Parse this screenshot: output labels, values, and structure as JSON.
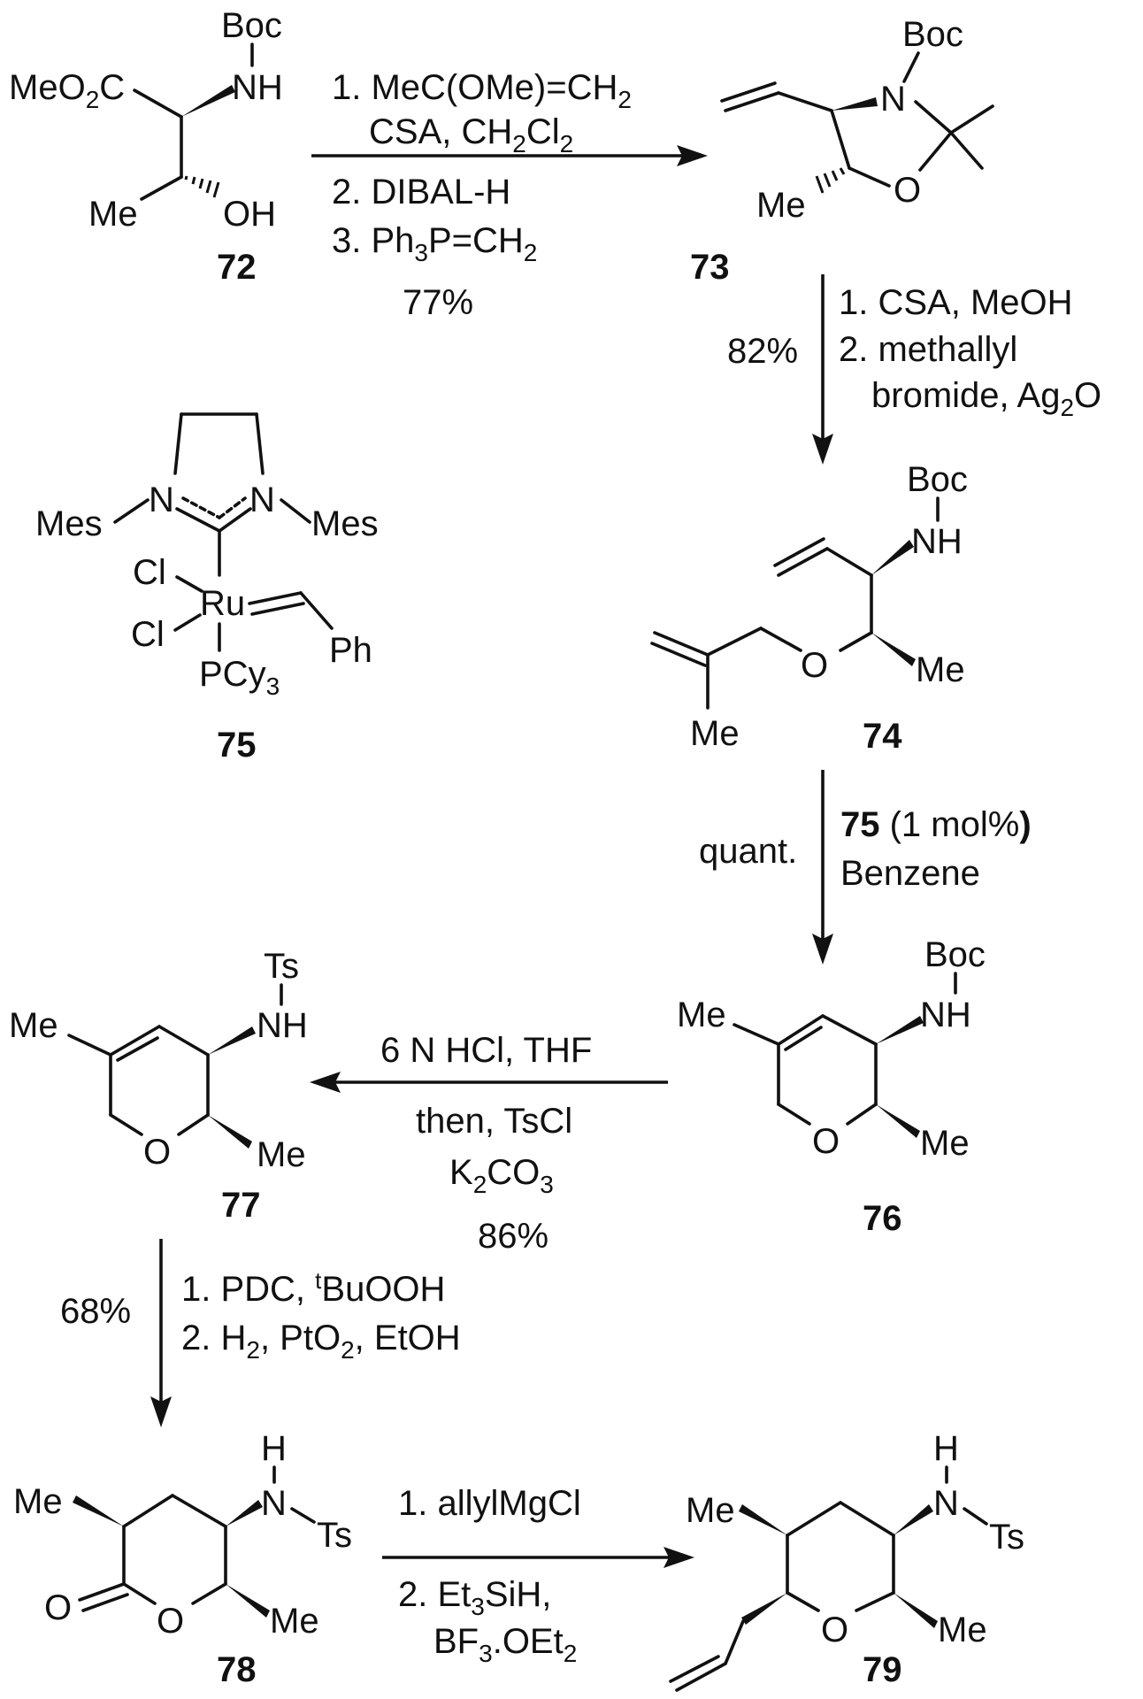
{
  "compounds": {
    "c72": {
      "label": "72",
      "boc": "Boc",
      "nh": "NH",
      "ester": "MeO",
      "ester_sub": "2",
      "ester_c": "C",
      "me": "Me",
      "oh": "OH"
    },
    "c73": {
      "label": "73",
      "boc": "Boc",
      "n": "N",
      "o": "O",
      "me": "Me"
    },
    "c74": {
      "label": "74",
      "boc": "Boc",
      "nh": "NH",
      "o": "O",
      "me": "Me",
      "me2": "Me"
    },
    "c75": {
      "label": "75",
      "mes_left": "Mes",
      "mes_right": "Mes",
      "n1": "N",
      "n2": "N",
      "cl1": "Cl",
      "cl2": "Cl",
      "ru": "Ru",
      "pcy": "PCy",
      "pcy_sub": "3",
      "ph": "Ph"
    },
    "c76": {
      "label": "76",
      "boc": "Boc",
      "nh": "NH",
      "me": "Me",
      "o": "O",
      "me2": "Me"
    },
    "c77": {
      "label": "77",
      "ts": "Ts",
      "nh": "NH",
      "me": "Me",
      "o": "O",
      "me2": "Me"
    },
    "c78": {
      "label": "78",
      "h": "H",
      "n": "N",
      "ts": "Ts",
      "me": "Me",
      "o_ring": "O",
      "o_carbonyl": "O",
      "me2": "Me"
    },
    "c79": {
      "label": "79",
      "h": "H",
      "n": "N",
      "ts": "Ts",
      "me": "Me",
      "o": "O",
      "me2": "Me"
    }
  },
  "steps": {
    "s1": {
      "line1": "1. MeC(OMe)=CH",
      "line1_sub": "2",
      "line2": "CSA, CH",
      "line2_sub1": "2",
      "line2_mid": "Cl",
      "line2_sub2": "2",
      "line3": "2. DIBAL-H",
      "line4": "3. Ph",
      "line4_sub": "3",
      "line4_rest": "P=CH",
      "line4_sub2": "2",
      "yield": "77%"
    },
    "s2": {
      "line1": "1. CSA, MeOH",
      "line2": "2. methallyl",
      "line3": "bromide, Ag",
      "line3_sub": "2",
      "line3_rest": "O",
      "yield": "82%"
    },
    "s3": {
      "catalyst": "75",
      "loading": " (1 mol%",
      "paren_close": ")",
      "solvent": "Benzene",
      "yield": "quant."
    },
    "s4": {
      "line1": "6 N HCl, THF",
      "line2": "then, TsCl",
      "line3": "K",
      "line3_sub": "2",
      "line3_rest": "CO",
      "line3_sub2": "3",
      "yield": "86%"
    },
    "s5": {
      "line1": "1. PDC, ",
      "line1_sup": "t",
      "line1_rest": "BuOOH",
      "line2": "2. H",
      "line2_sub": "2",
      "line2_rest": ", PtO",
      "line2_sub2": "2",
      "line2_end": ", EtOH",
      "yield": "68%"
    },
    "s6": {
      "line1": "1. allylMgCl",
      "line2": "2. Et",
      "line2_sub": "3",
      "line2_rest": "SiH,",
      "line3": "BF",
      "line3_sub": "3",
      "line3_rest": ".OEt",
      "line3_sub2": "2"
    }
  }
}
